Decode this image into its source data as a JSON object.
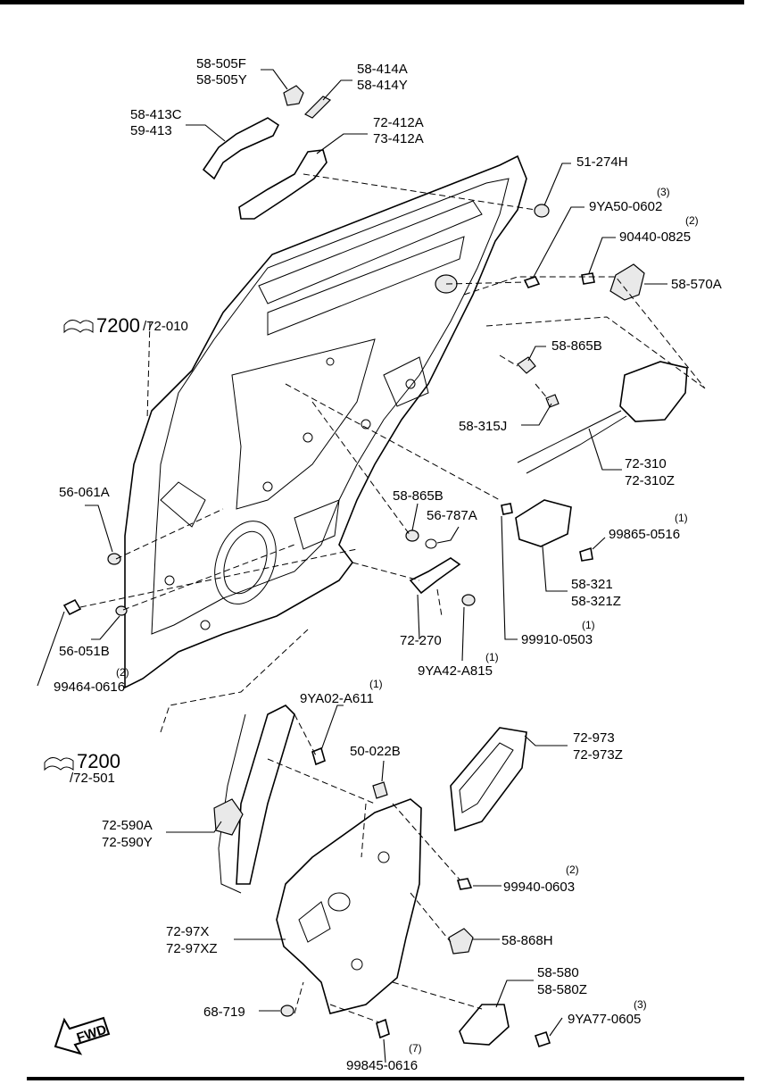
{
  "labels": [
    {
      "text": "58-505F"
    },
    {
      "text": "58-505Y"
    },
    {
      "text": "58-414A"
    },
    {
      "text": "58-414Y"
    },
    {
      "text": "58-413C"
    },
    {
      "text": "59-413"
    },
    {
      "text": "72-412A"
    },
    {
      "text": "73-412A"
    },
    {
      "text": "51-274H"
    },
    {
      "text": "9YA50-0602"
    },
    {
      "text": "(3)"
    },
    {
      "text": "90440-0825"
    },
    {
      "text": "(2)"
    },
    {
      "text": "58-570A"
    },
    {
      "text": "7200"
    },
    {
      "text": "/72-010"
    },
    {
      "text": "58-865B"
    },
    {
      "text": "58-315J"
    },
    {
      "text": "72-310"
    },
    {
      "text": "72-310Z"
    },
    {
      "text": "56-061A"
    },
    {
      "text": "58-865B"
    },
    {
      "text": "56-787A"
    },
    {
      "text": "99865-0516"
    },
    {
      "text": "(1)"
    },
    {
      "text": "58-321"
    },
    {
      "text": "58-321Z"
    },
    {
      "text": "72-270"
    },
    {
      "text": "99910-0503"
    },
    {
      "text": "(1)"
    },
    {
      "text": "56-051B"
    },
    {
      "text": "(2)"
    },
    {
      "text": "99464-0616"
    },
    {
      "text": "9YA42-A815"
    },
    {
      "text": "(1)"
    },
    {
      "text": "9YA02-A611"
    },
    {
      "text": "(1)"
    },
    {
      "text": "7200"
    },
    {
      "text": "/72-501"
    },
    {
      "text": "50-022B"
    },
    {
      "text": "72-973"
    },
    {
      "text": "72-973Z"
    },
    {
      "text": "72-590A"
    },
    {
      "text": "72-590Y"
    },
    {
      "text": "99940-0603"
    },
    {
      "text": "(2)"
    },
    {
      "text": "72-97X"
    },
    {
      "text": "72-97XZ"
    },
    {
      "text": "58-868H"
    },
    {
      "text": "58-580"
    },
    {
      "text": "58-580Z"
    },
    {
      "text": "68-719"
    },
    {
      "text": "9YA77-0605"
    },
    {
      "text": "(3)"
    },
    {
      "text": "99845-0616"
    },
    {
      "text": "(7)"
    },
    {
      "text": "FWD"
    }
  ]
}
